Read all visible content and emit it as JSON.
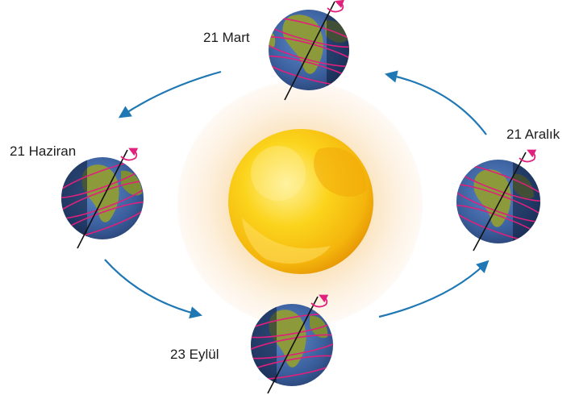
{
  "labels": {
    "march": "21 Mart",
    "june": "21 Haziran",
    "september": "23 Eylül",
    "december": "21 Aralık"
  },
  "colors": {
    "sun_core": "#f7c60f",
    "sun_glow": "#fbd9a0",
    "orbit_arrow": "#1f78b4",
    "latitude_lines": "#e0207c",
    "rotation_arrow": "#e0207c",
    "ocean_day": "#4a72b4",
    "ocean_night": "#1e3156",
    "land": "#8c9a3c"
  }
}
